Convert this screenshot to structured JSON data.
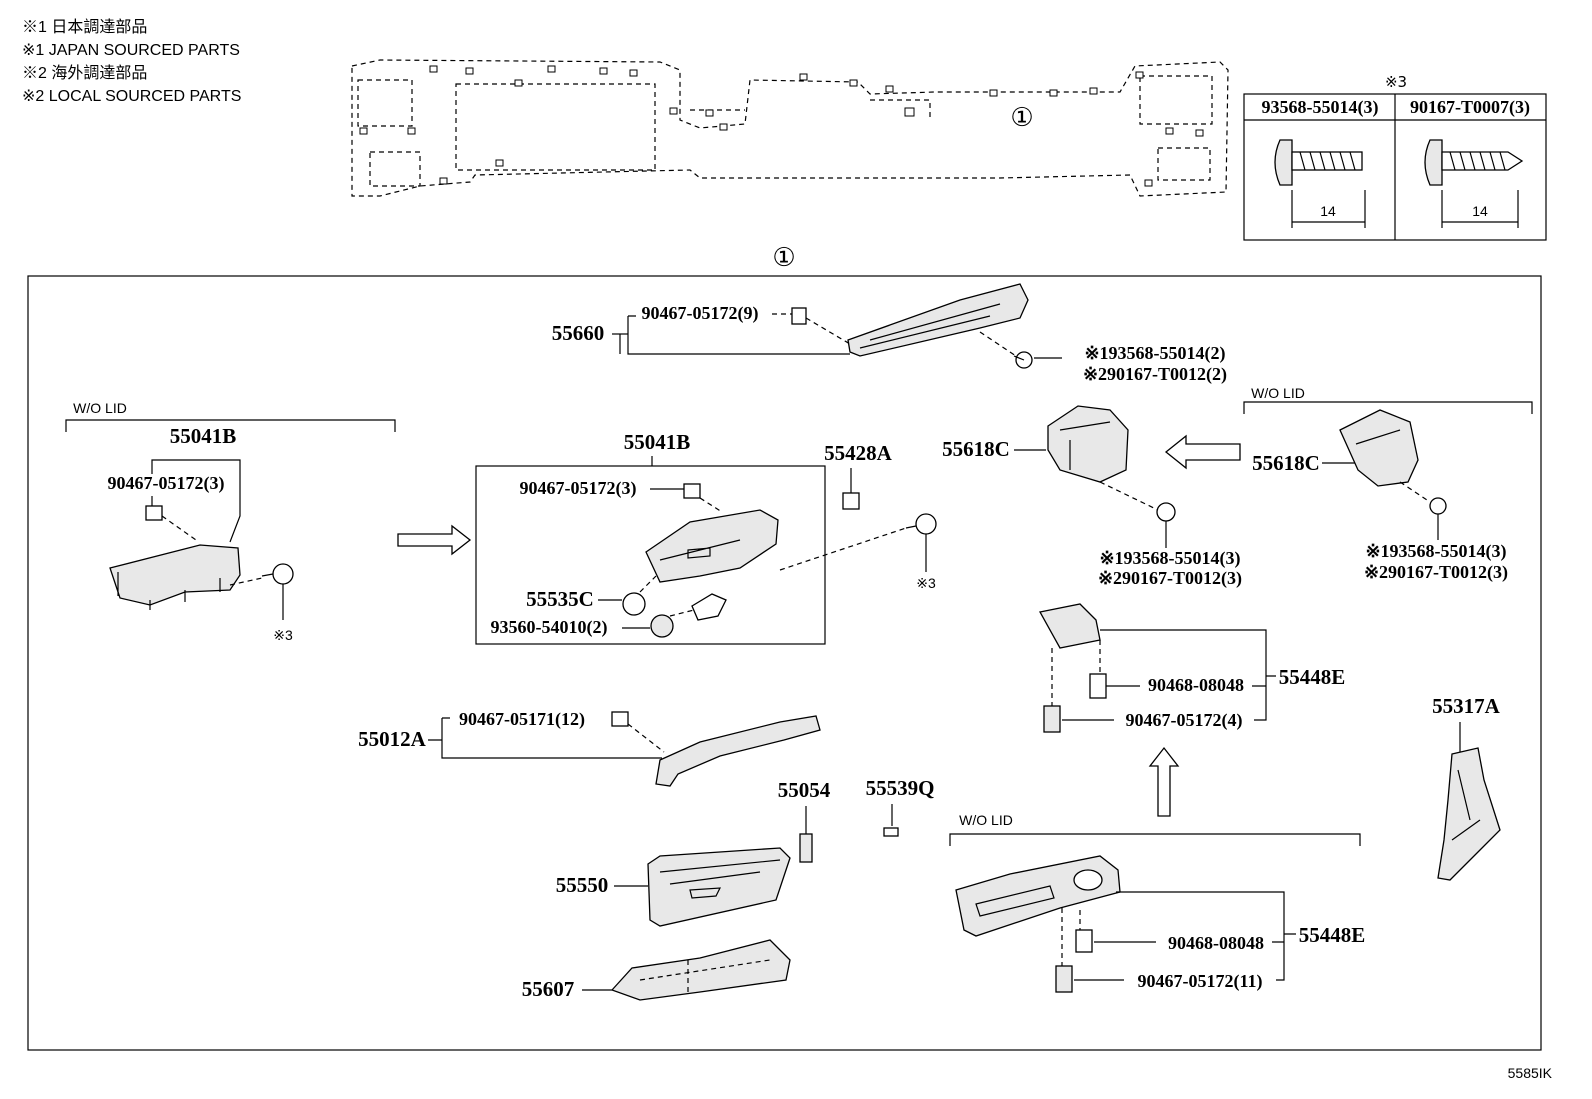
{
  "notes": [
    "※1 日本調達部品",
    "※1 JAPAN SOURCED PARTS",
    "※2 海外調達部品",
    "※2 LOCAL SOURCED PARTS"
  ],
  "fastener_table": {
    "header": "※3",
    "col1": "93568-55014(3)",
    "col2": "90167-T0007(3)",
    "dim1": "14",
    "dim2": "14"
  },
  "ref_marker": "①",
  "group_marker": "①",
  "labels": {
    "p55660": "55660",
    "c55660": "90467-05172(9)",
    "s55660a": "※193568-55014(2)",
    "s55660b": "※290167-T0012(2)",
    "wo_lid_1": "W/O LID",
    "p55041b_a": "55041B",
    "c55041b_a": "90467-05172(3)",
    "star3_a": "※3",
    "p55041b_b": "55041B",
    "c55041b_b": "90467-05172(3)",
    "p55535c": "55535C",
    "p93560": "93560-54010(2)",
    "p55428a": "55428A",
    "star3_b": "※3",
    "p55618c_a": "55618C",
    "s55618a1": "※193568-55014(3)",
    "s55618a2": "※290167-T0012(3)",
    "wo_lid_2": "W/O LID",
    "p55618c_b": "55618C",
    "s55618b1": "※193568-55014(3)",
    "s55618b2": "※290167-T0012(3)",
    "c90468_a": "90468-08048",
    "c90467_4": "90467-05172(4)",
    "p55448e_a": "55448E",
    "p55317a": "55317A",
    "p55012a": "55012A",
    "c90467_12": "90467-05171(12)",
    "p55054": "55054",
    "p55539q": "55539Q",
    "p55550": "55550",
    "p55607": "55607",
    "wo_lid_3": "W/O LID",
    "c90468_b": "90468-08048",
    "c90467_11": "90467-05172(11)",
    "p55448e_b": "55448E",
    "diagram_code": "5585IK"
  }
}
